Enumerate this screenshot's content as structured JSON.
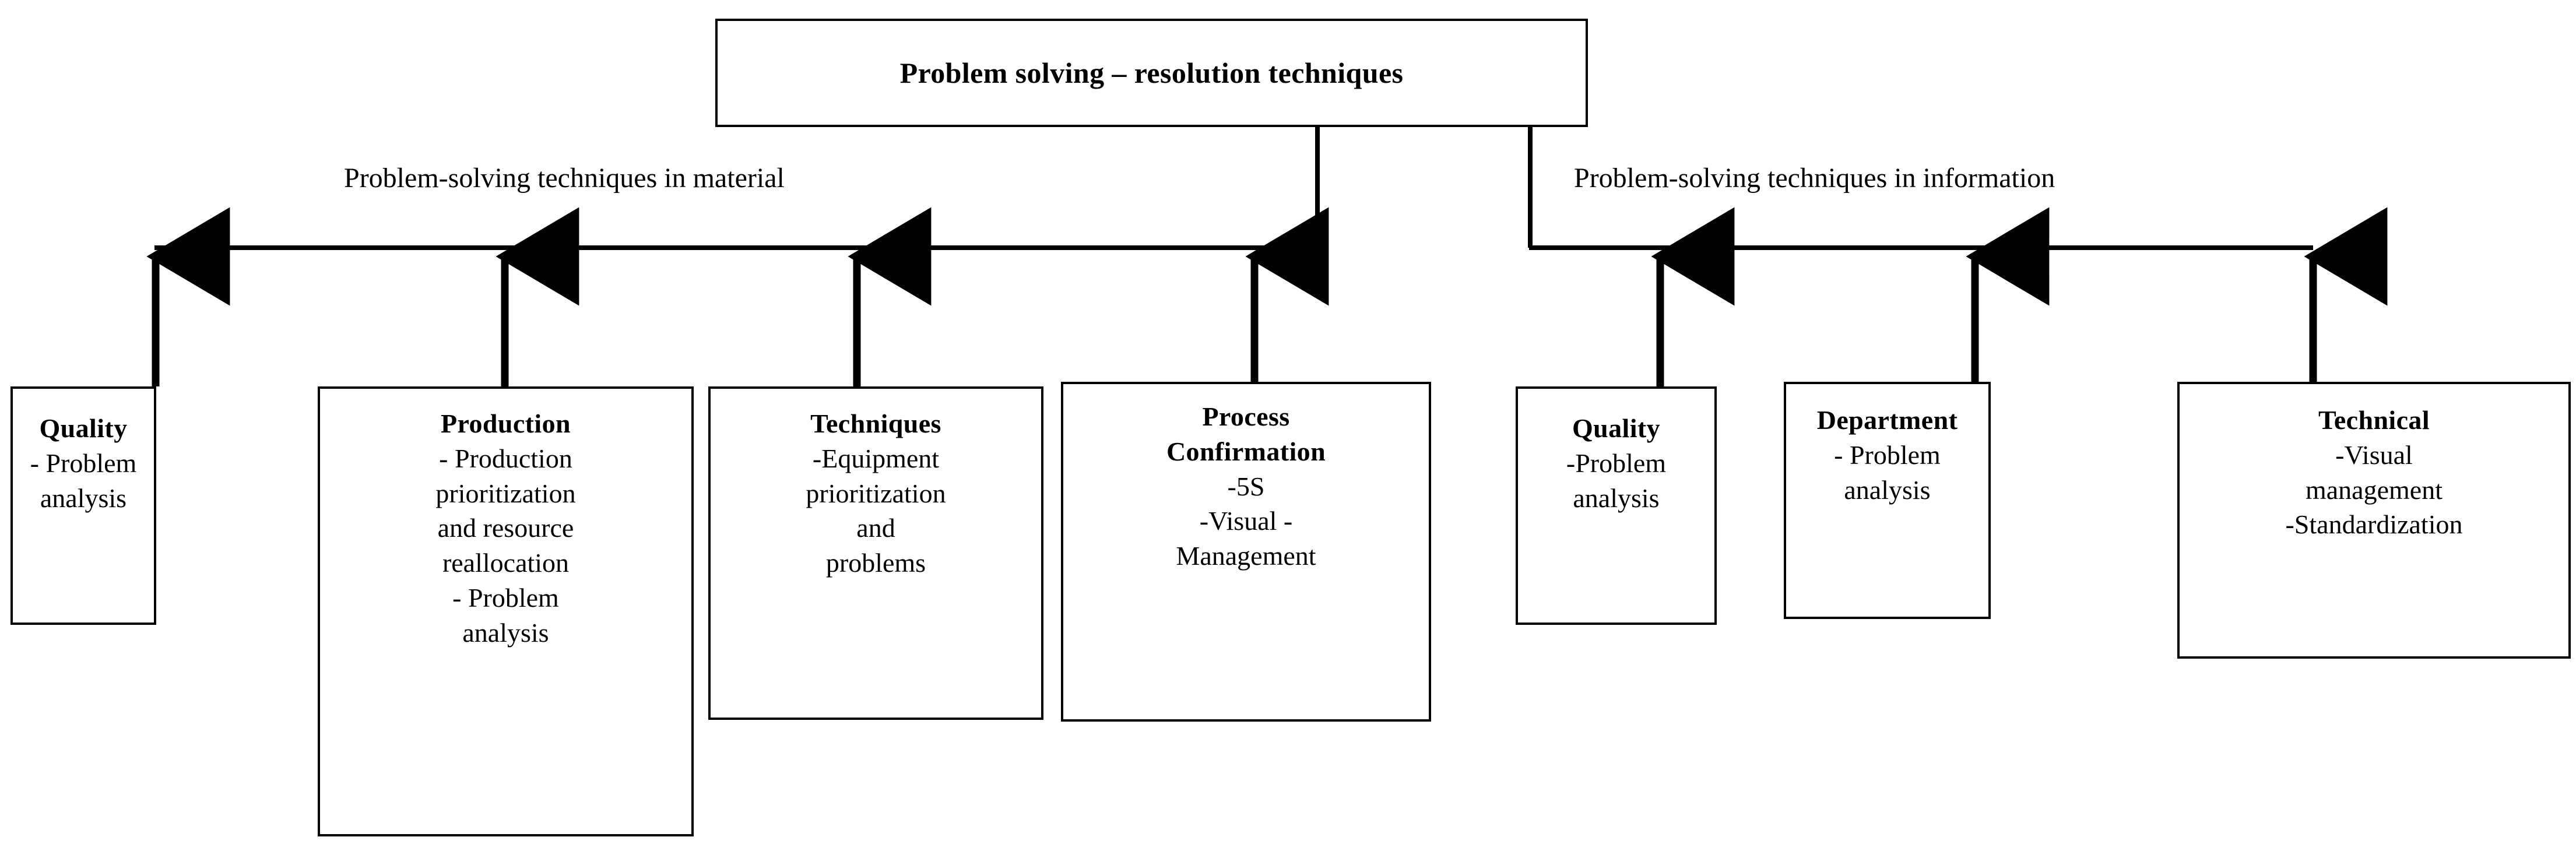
{
  "diagram": {
    "root": {
      "title": "Problem solving – resolution techniques"
    },
    "branches": [
      {
        "id": "material",
        "label": "Problem-solving techniques in material"
      },
      {
        "id": "information",
        "label": "Problem-solving techniques in information"
      }
    ],
    "nodes": [
      {
        "id": "quality-material",
        "branch": "material",
        "title": "Quality",
        "body": "- Problem\nanalysis"
      },
      {
        "id": "production",
        "branch": "material",
        "title": "Production",
        "body": "- Production\nprioritization\nand resource\nreallocation\n- Problem\nanalysis"
      },
      {
        "id": "techniques",
        "branch": "material",
        "title": "Techniques",
        "body": "-Equipment\nprioritization\nand\nproblems"
      },
      {
        "id": "process-confirmation",
        "branch": "material",
        "title": "Process\nConfirmation",
        "body": "-5S\n-Visual -\nManagement"
      },
      {
        "id": "quality-information",
        "branch": "information",
        "title": "Quality",
        "body": "-Problem\nanalysis"
      },
      {
        "id": "department",
        "branch": "information",
        "title": "Department",
        "body": "- Problem\nanalysis"
      },
      {
        "id": "technical",
        "branch": "information",
        "title": "Technical",
        "body": "-Visual\nmanagement\n-Standardization"
      }
    ],
    "colors": {
      "line": "#000000",
      "box_border": "#000000",
      "background": "#ffffff",
      "text": "#000000"
    }
  }
}
